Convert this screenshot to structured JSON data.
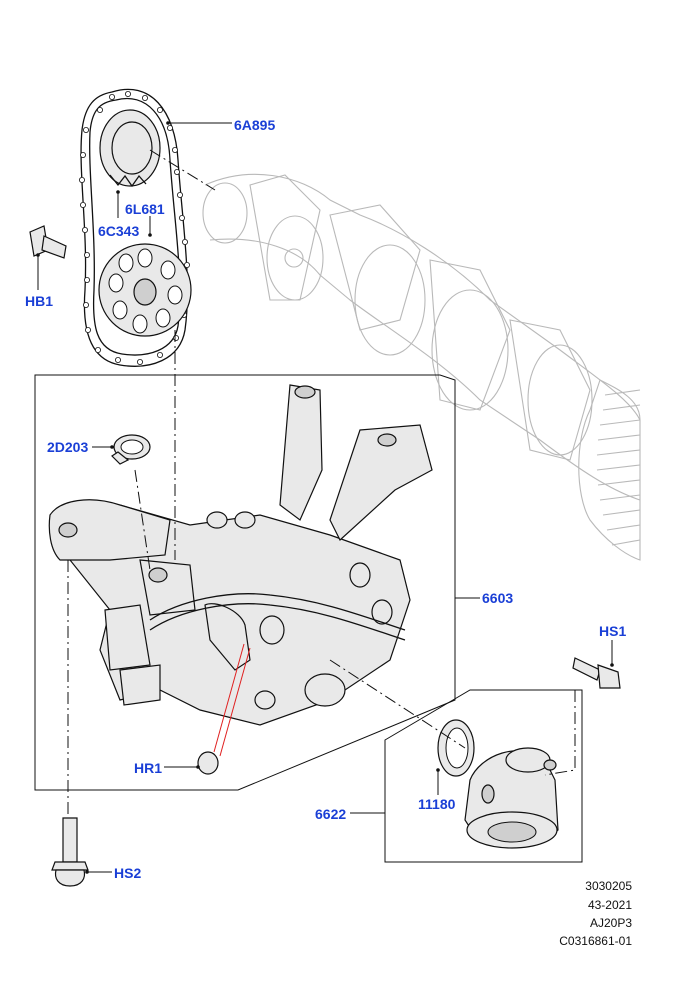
{
  "callouts": {
    "c6a895": "6A895",
    "c6l681": "6L681",
    "c6c343": "6C343",
    "hb1": "HB1",
    "c2d203": "2D203",
    "c6603": "6603",
    "hs1": "HS1",
    "hr1": "HR1",
    "c11180": "11180",
    "c6622": "6622",
    "hs2": "HS2"
  },
  "reference": {
    "line1": "3030205",
    "line2": "43-2021",
    "line3": "AJ20P3",
    "line4": "C0316861-01"
  },
  "colors": {
    "callout_text": "#1a3fd6",
    "line_art": "#111111",
    "ghost_part": "#b9b9b9",
    "highlight_line": "#e02020"
  }
}
